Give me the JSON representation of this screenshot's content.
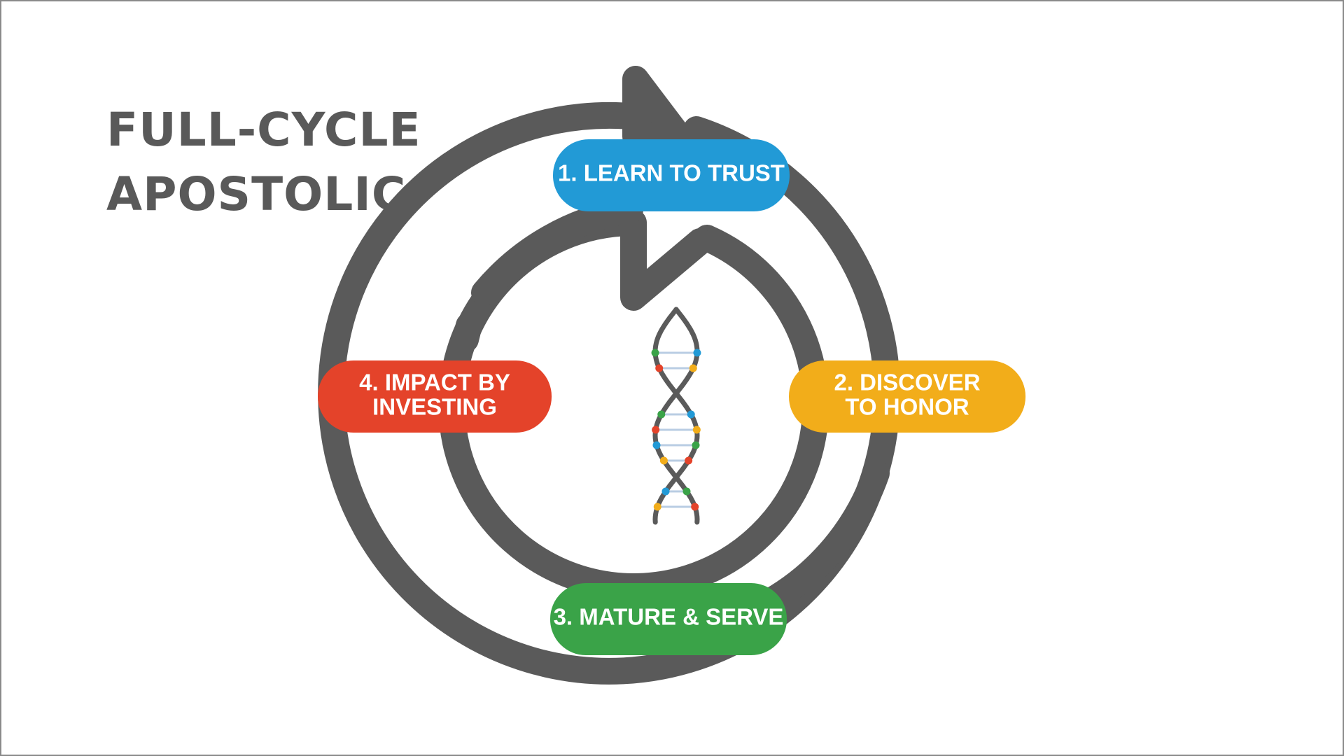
{
  "title": {
    "line1": "FULL-CYCLE",
    "line2": "APOSTOLIC"
  },
  "steps": [
    {
      "line1": "1. LEARN TO TRUST",
      "line2": "",
      "color": "#229ad6"
    },
    {
      "line1": "2. DISCOVER",
      "line2": "TO HONOR",
      "color": "#f2ad1a"
    },
    {
      "line1": "3. MATURE & SERVE",
      "line2": "",
      "color": "#3aa348"
    },
    {
      "line1": "4. IMPACT BY",
      "line2": "INVESTING",
      "color": "#e4432a"
    }
  ],
  "colors": {
    "cycle_gray": "#5a5a5a",
    "dna_rung": "#b9cde3"
  },
  "icons": {
    "center": "dna-helix-icon",
    "cycle": "cycle-arrows-icon"
  }
}
